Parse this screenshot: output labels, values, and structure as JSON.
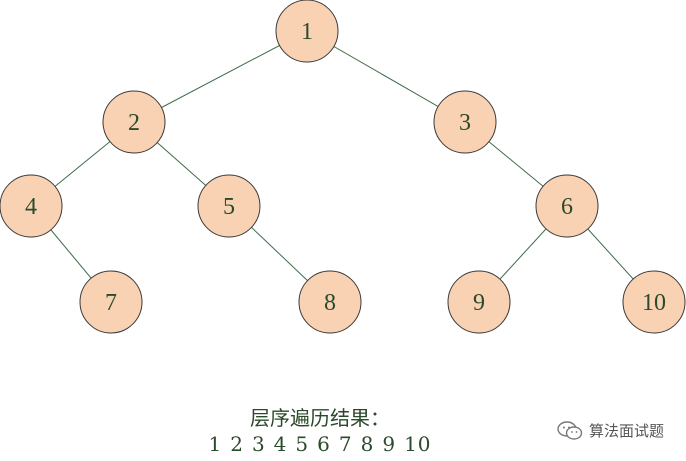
{
  "tree": {
    "node_fill": "#f9d2b3",
    "node_stroke": "#3a3a3a",
    "edge_color": "#3f6b47",
    "nodes": [
      {
        "id": 1,
        "label": "1"
      },
      {
        "id": 2,
        "label": "2"
      },
      {
        "id": 3,
        "label": "3"
      },
      {
        "id": 4,
        "label": "4"
      },
      {
        "id": 5,
        "label": "5"
      },
      {
        "id": 6,
        "label": "6"
      },
      {
        "id": 7,
        "label": "7"
      },
      {
        "id": 8,
        "label": "8"
      },
      {
        "id": 9,
        "label": "9"
      },
      {
        "id": 10,
        "label": "10"
      }
    ],
    "edges": [
      [
        1,
        2
      ],
      [
        1,
        3
      ],
      [
        2,
        4
      ],
      [
        2,
        5
      ],
      [
        3,
        6
      ],
      [
        4,
        7
      ],
      [
        5,
        8
      ],
      [
        6,
        9
      ],
      [
        6,
        10
      ]
    ]
  },
  "caption": "层序遍历结果：",
  "traversal": [
    "1",
    "2",
    "3",
    "4",
    "5",
    "6",
    "7",
    "8",
    "9",
    "10"
  ],
  "watermark": {
    "text": "算法面试题",
    "icon": "wechat-icon"
  }
}
